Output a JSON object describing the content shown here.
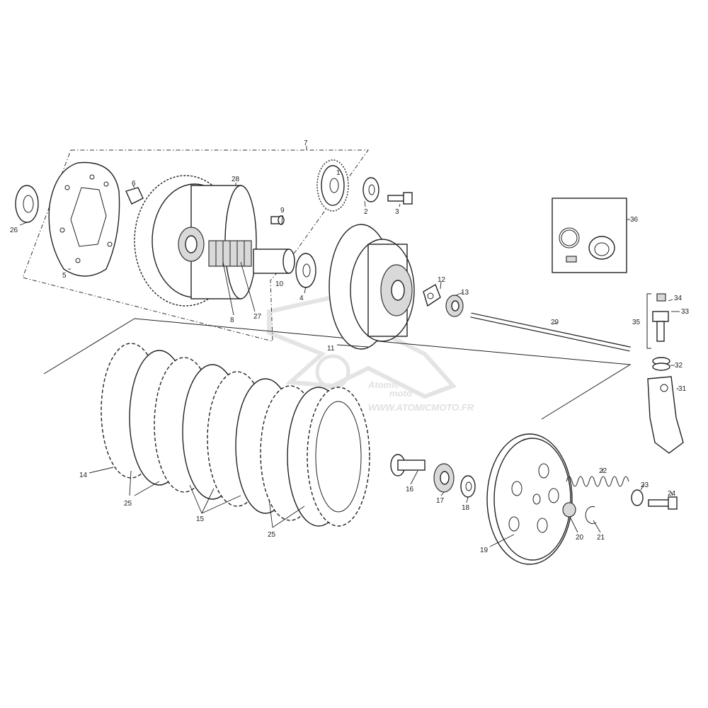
{
  "watermark": {
    "brand": "Atomic",
    "sub": "moto",
    "url": "WWW.ATOMICMOTO.FR"
  },
  "callouts": [
    {
      "id": "c1",
      "text": "1"
    },
    {
      "id": "c2",
      "text": "2"
    },
    {
      "id": "c3",
      "text": "3"
    },
    {
      "id": "c4",
      "text": "4"
    },
    {
      "id": "c5",
      "text": "5"
    },
    {
      "id": "c6",
      "text": "6"
    },
    {
      "id": "c7",
      "text": "7"
    },
    {
      "id": "c8",
      "text": "8"
    },
    {
      "id": "c9",
      "text": "9"
    },
    {
      "id": "c10",
      "text": "10"
    },
    {
      "id": "c11",
      "text": "11"
    },
    {
      "id": "c12",
      "text": "12"
    },
    {
      "id": "c13",
      "text": "13"
    },
    {
      "id": "c14",
      "text": "14"
    },
    {
      "id": "c15",
      "text": "15"
    },
    {
      "id": "c16",
      "text": "16"
    },
    {
      "id": "c17",
      "text": "17"
    },
    {
      "id": "c18",
      "text": "18"
    },
    {
      "id": "c19",
      "text": "19"
    },
    {
      "id": "c20",
      "text": "20"
    },
    {
      "id": "c21",
      "text": "21"
    },
    {
      "id": "c22",
      "text": "22"
    },
    {
      "id": "c23",
      "text": "23"
    },
    {
      "id": "c24",
      "text": "24"
    },
    {
      "id": "c25a",
      "text": "25"
    },
    {
      "id": "c25b",
      "text": "25"
    },
    {
      "id": "c26",
      "text": "26"
    },
    {
      "id": "c27",
      "text": "27"
    },
    {
      "id": "c28",
      "text": "28"
    },
    {
      "id": "c29",
      "text": "29"
    },
    {
      "id": "c31",
      "text": "31"
    },
    {
      "id": "c32",
      "text": "32"
    },
    {
      "id": "c33",
      "text": "33"
    },
    {
      "id": "c34",
      "text": "34"
    },
    {
      "id": "c35",
      "text": "35"
    },
    {
      "id": "c36",
      "text": "36"
    }
  ]
}
